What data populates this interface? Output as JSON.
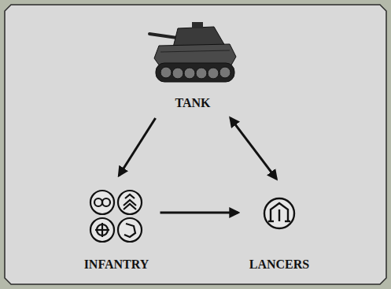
{
  "diagram": {
    "nodes": [
      {
        "text": [
          "TANK"
        ]
      },
      {
        "text": [
          "INFANTRY"
        ]
      },
      {
        "text": [
          "LANCERS"
        ]
      }
    ],
    "edges": [
      {
        "from": 0,
        "to": 1,
        "arrow": "to"
      },
      {
        "from": 0,
        "to": 2,
        "arrow": "both"
      },
      {
        "from": 1,
        "to": 2,
        "arrow": "to"
      }
    ]
  }
}
